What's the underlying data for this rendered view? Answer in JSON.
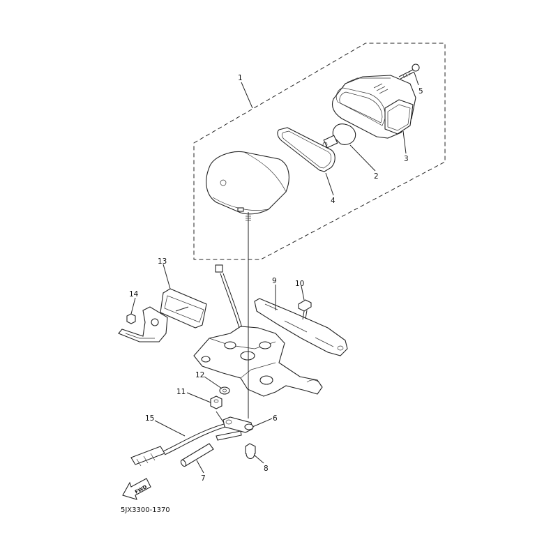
{
  "diagram_code": "5JX3300-1370",
  "fwd_label": "FWD",
  "callouts": {
    "c1": "1",
    "c2": "2",
    "c3": "3",
    "c4": "4",
    "c5": "5",
    "c6": "6",
    "c7": "7",
    "c8": "8",
    "c9": "9",
    "c10": "10",
    "c11": "11",
    "c12": "12",
    "c13": "13",
    "c14": "14",
    "c15": "15"
  }
}
